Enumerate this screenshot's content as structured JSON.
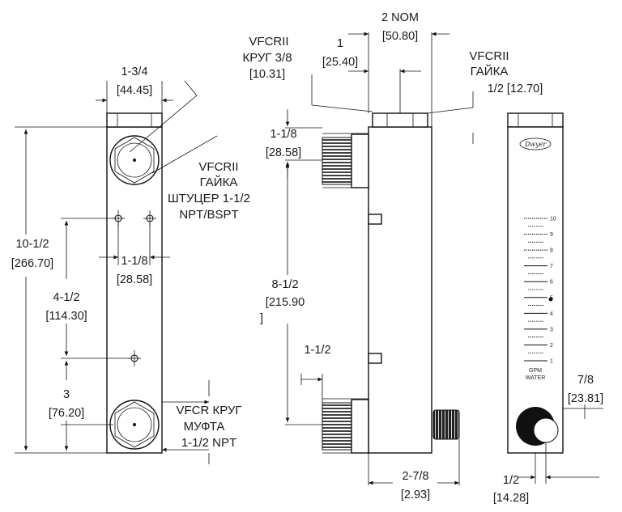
{
  "front_view": {
    "width_dim": "1-3/4",
    "width_dim_mm": "[44.45]",
    "height_dim": "10-1/2",
    "height_dim_mm": "[266.70]",
    "hole_spacing_dim": "1-1/8",
    "hole_spacing_dim_mm": "[28.58]",
    "vertical_hole_dim": "4-1/2",
    "vertical_hole_dim_mm": "[114.30]",
    "bottom_dim": "3",
    "bottom_dim_mm": "[76.20]",
    "top_fitting_label": [
      "VFCRII",
      "ГАЙКА",
      "ШТУЦЕР 1-1/2",
      "NPT/BSPT"
    ],
    "bottom_fitting_label": [
      "VFCR КРУГ",
      "МУФТА",
      "1-1/2 NPT"
    ]
  },
  "side_view": {
    "depth_dim": "2 NOM",
    "depth_dim_mm": "[50.80]",
    "offset_dim": "1",
    "offset_dim_mm": "[25.40]",
    "vfcrii_round_label": [
      "VFCRII",
      "КРУГ 3/8",
      "[10.31]"
    ],
    "fitting_dim": "1-1/8",
    "fitting_dim_mm": "[28.58]",
    "center_dim": "8-1/2",
    "center_dim_mm": "[215.90",
    "center_dim_mm_end": "]",
    "thread_dim": "1-1/2",
    "knob_dim": "2-7/8",
    "knob_dim_mm": "[2.93]"
  },
  "right_view": {
    "nut_label": [
      "VFCRII",
      "ГАЙКА"
    ],
    "nut_dim": "1/2 [12.70]",
    "brand": "Dwyer",
    "scale_numbers": [
      "10",
      "9",
      "8",
      "7",
      "6",
      "5",
      "4",
      "3",
      "2",
      "1"
    ],
    "units": "GPM",
    "medium": "WATER",
    "knob_dim": "7/8",
    "knob_dim_mm": "[23.81]",
    "bottom_dim": "1/2",
    "bottom_dim_mm": "[14.28]"
  }
}
